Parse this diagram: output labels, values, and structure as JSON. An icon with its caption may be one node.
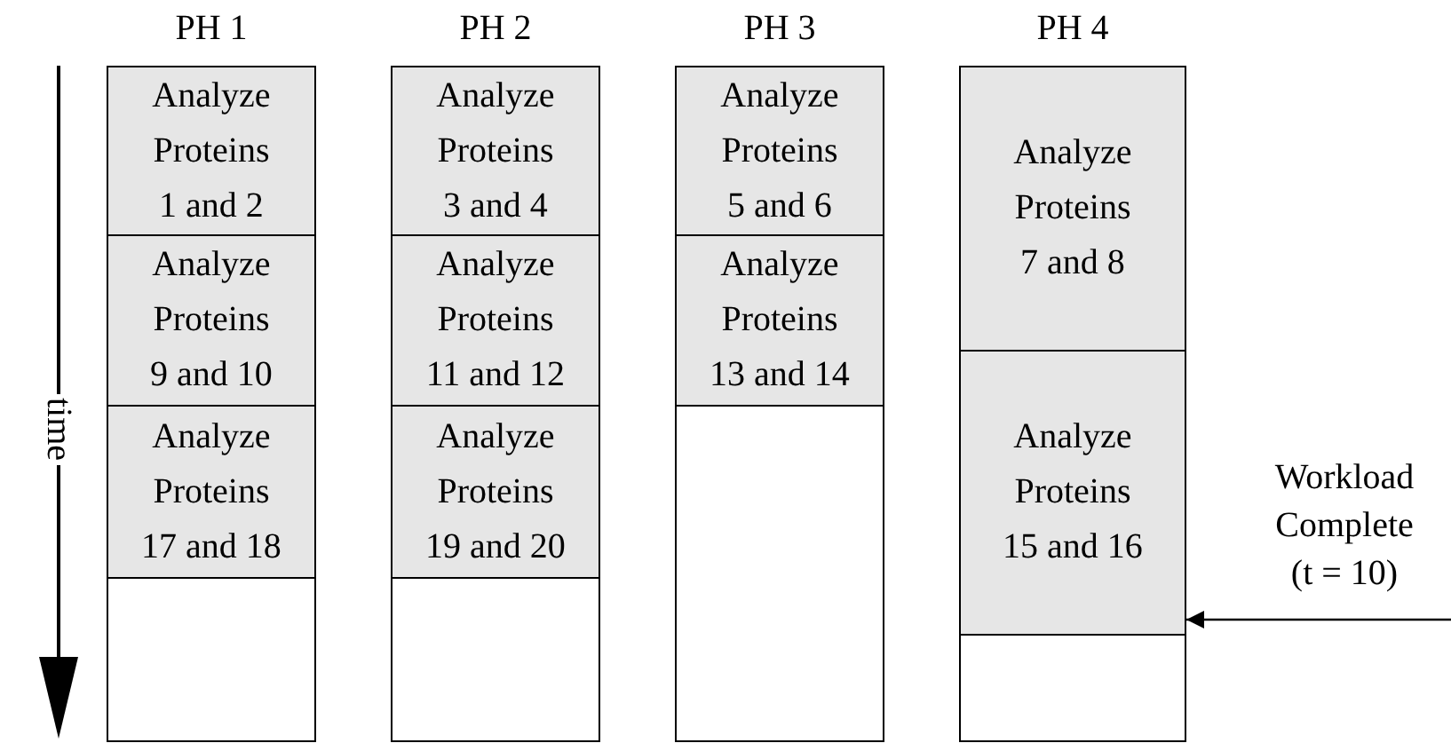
{
  "diagram": {
    "nodes": [
      {
        "text": [
          "PH 1"
        ]
      },
      {
        "text": [
          "Analyze Proteins 1 and 2"
        ],
        "in": 0
      },
      {
        "text": [
          "Analyze Proteins 9 and 10"
        ],
        "in": 0
      },
      {
        "text": [
          "Analyze Proteins 17 and 18"
        ],
        "in": 0
      },
      {
        "text": [
          "PH 2"
        ]
      },
      {
        "text": [
          "Analyze Proteins 3 and 4"
        ],
        "in": 4
      },
      {
        "text": [
          "Analyze Proteins 11 and 12"
        ],
        "in": 4
      },
      {
        "text": [
          "Analyze Proteins 19 and 20"
        ],
        "in": 4
      },
      {
        "text": [
          "PH 3"
        ]
      },
      {
        "text": [
          "Analyze Proteins 5 and 6"
        ],
        "in": 8
      },
      {
        "text": [
          "Analyze Proteins 13 and 14"
        ],
        "in": 8
      },
      {
        "text": [
          "PH 4"
        ]
      },
      {
        "text": [
          "Analyze Proteins 7 and 8"
        ],
        "in": 11
      },
      {
        "text": [
          "Analyze Proteins 15 and 16"
        ],
        "in": 11
      },
      {
        "text": [
          "Workload Complete (t = 10)"
        ]
      }
    ],
    "edges": [
      {
        "from": 14,
        "to": 11,
        "arrow": "to"
      }
    ],
    "labels": [
      "time"
    ]
  }
}
